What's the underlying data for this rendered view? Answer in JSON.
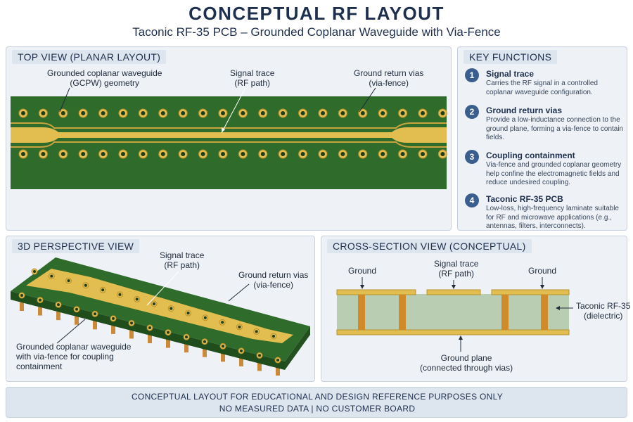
{
  "header": {
    "title": "CONCEPTUAL RF LAYOUT",
    "subtitle": "Taconic RF-35 PCB – Grounded Coplanar Waveguide with Via-Fence"
  },
  "top_view": {
    "heading": "TOP VIEW (PLANAR LAYOUT)",
    "label_gcpw": [
      "Grounded coplanar waveguide",
      "(GCPW) geometry"
    ],
    "label_signal": [
      "Signal trace",
      "(RF path)"
    ],
    "label_vias": [
      "Ground return vias",
      "(via-fence)"
    ]
  },
  "key_functions": {
    "heading": "KEY FUNCTIONS",
    "items": [
      {
        "num": "1",
        "title": "Signal trace",
        "desc": "Carries the RF signal in a controlled coplanar waveguide configuration."
      },
      {
        "num": "2",
        "title": "Ground return vias",
        "desc": "Provide a low-inductance connection to the ground plane, forming a via-fence to contain fields."
      },
      {
        "num": "3",
        "title": "Coupling containment",
        "desc": "Via-fence and grounded coplanar geometry help confine the electromagnetic fields and reduce undesired coupling."
      },
      {
        "num": "4",
        "title": "Taconic RF-35 PCB",
        "desc": "Low-loss, high-frequency laminate suitable for RF and microwave applications (e.g., antennas, filters, interconnects)."
      }
    ]
  },
  "perspective_view": {
    "heading": "3D PERSPECTIVE VIEW",
    "label_signal": [
      "Signal trace",
      "(RF path)"
    ],
    "label_vias": [
      "Ground return vias",
      "(via-fence)"
    ],
    "label_gcpw": [
      "Grounded coplanar waveguide",
      "with via-fence for coupling",
      "containment"
    ]
  },
  "cross_section": {
    "heading": "CROSS-SECTION VIEW (CONCEPTUAL)",
    "label_ground_left": "Ground",
    "label_signal": [
      "Signal trace",
      "(RF path)"
    ],
    "label_ground_right": "Ground",
    "label_dielectric": [
      "Taconic RF-35",
      "(dielectric)"
    ],
    "label_plane": [
      "Ground plane",
      "(connected through vias)"
    ]
  },
  "footer": {
    "line1": "CONCEPTUAL LAYOUT FOR EDUCATIONAL AND DESIGN REFERENCE PURPOSES ONLY",
    "line2": "NO MEASURED DATA  |  NO CUSTOMER BOARD"
  },
  "colors": {
    "pcb_green": "#2f6b2a",
    "copper_gold": "#e2bd4f",
    "accent_navy": "#1e2f4d"
  }
}
